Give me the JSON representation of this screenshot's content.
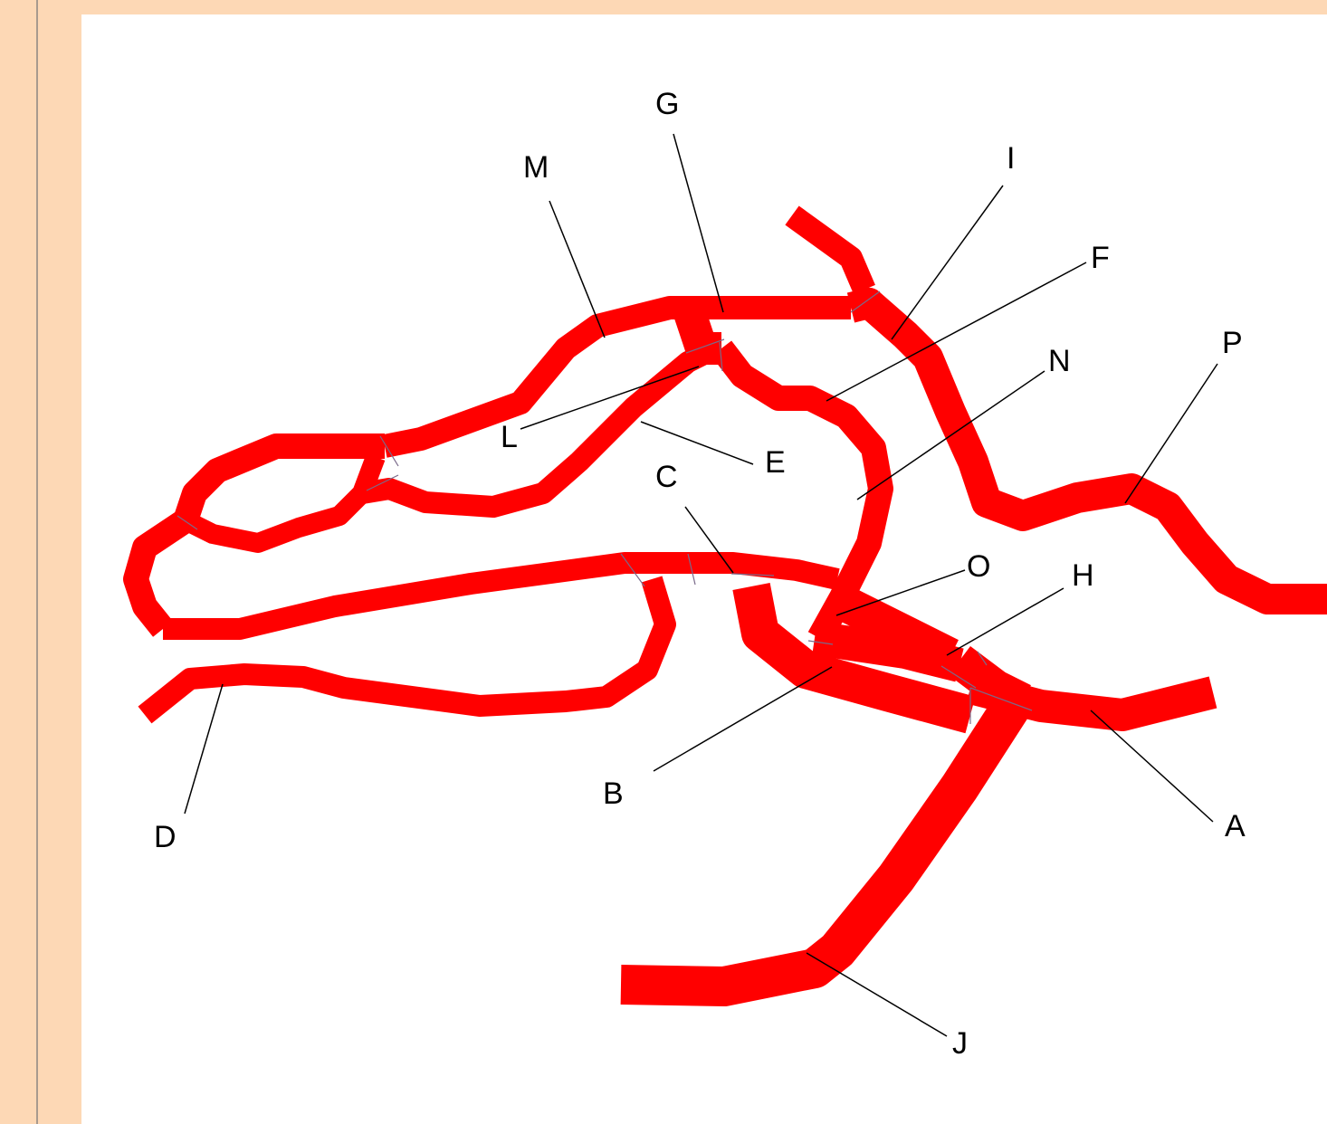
{
  "colors": {
    "vessel": "#ff0000",
    "frame": "#fdd8b5",
    "panel": "#ffffff",
    "leader": "#000000"
  },
  "labels": {
    "A": "A",
    "B": "B",
    "C": "C",
    "D": "D",
    "E": "E",
    "F": "F",
    "G": "G",
    "H": "H",
    "I": "I",
    "J": "J",
    "L": "L",
    "M": "M",
    "N": "N",
    "O": "O",
    "P": "P"
  }
}
